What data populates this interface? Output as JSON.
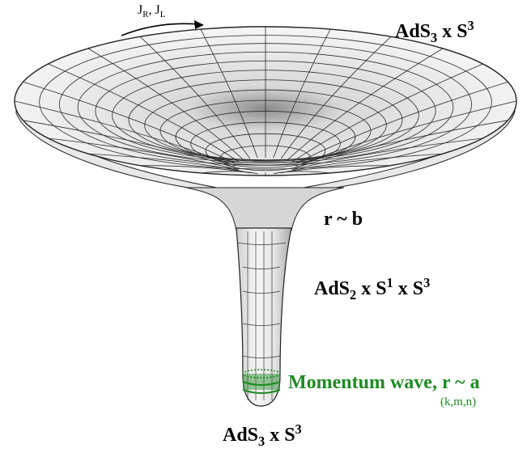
{
  "diagram": {
    "rotation_label": {
      "j1": "J",
      "j1_sub": "R",
      "sep": ", ",
      "j2": "J",
      "j2_sub": "L"
    },
    "top_label": {
      "base": "AdS",
      "sub": "3",
      "mid": " x S",
      "sup": "3"
    },
    "neck_label": "r ~ b",
    "middle_label": {
      "a": "AdS",
      "a_sub": "2",
      "b": " x S",
      "b_sup": "1",
      "c": "x S",
      "c_sup": "3"
    },
    "wave_label": "Momentum wave, r ~ a",
    "wave_params": "(k,m,n)",
    "bottom_label": {
      "base": "AdS",
      "sub": "3",
      "mid": " x S",
      "sup": "3"
    },
    "colors": {
      "wave": "#1f8a24",
      "surface": "#f4f4f4",
      "grid": "#2a2a2a"
    }
  }
}
